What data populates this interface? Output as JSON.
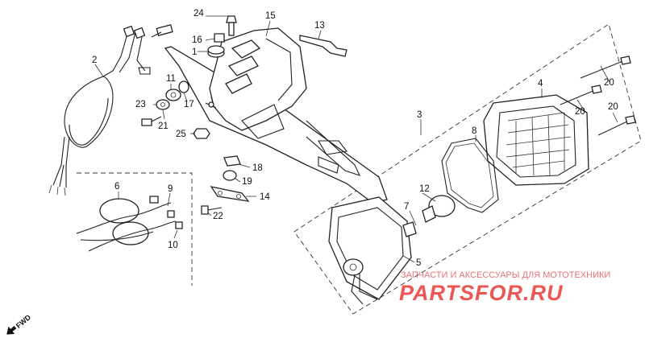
{
  "diagram": {
    "callouts": [
      "1",
      "2",
      "3",
      "4",
      "5",
      "6",
      "7",
      "8",
      "9",
      "10",
      "11",
      "12",
      "13",
      "14",
      "15",
      "16",
      "17",
      "18",
      "19",
      "20",
      "20",
      "20",
      "21",
      "22",
      "23",
      "24",
      "25"
    ],
    "direction_label": "FWD"
  },
  "watermark": {
    "tagline": "ЗАПЧАСТИ И АКСЕССУАРЫ ДЛЯ МОТОТЕХНИКИ",
    "site": "PARTSFOR.RU"
  }
}
